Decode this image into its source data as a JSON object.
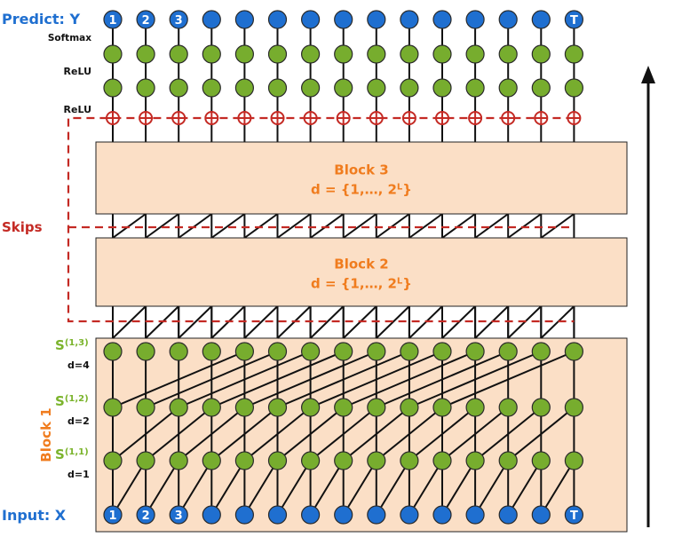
{
  "predict_label": "Predict: Y",
  "input_label": "Input: X",
  "layer_labels": {
    "softmax": "Softmax",
    "relu_top": "ReLU",
    "relu_bottom": "ReLU"
  },
  "skips_label": "Skips",
  "block3": {
    "title": "Block 3",
    "dilation_prefix": "d = {1,…, 2",
    "dilation_sup": "L",
    "dilation_suffix": "}"
  },
  "block2": {
    "title": "Block 2",
    "dilation_prefix": "d = {1,…, 2",
    "dilation_sup": "L",
    "dilation_suffix": "}"
  },
  "block1_label": "Block 1",
  "stages": [
    {
      "s_base": "S",
      "s_sup": "(1,3)",
      "d_label": "d=4",
      "dilation": 4
    },
    {
      "s_base": "S",
      "s_sup": "(1,2)",
      "d_label": "d=2",
      "dilation": 2
    },
    {
      "s_base": "S",
      "s_sup": "(1,1)",
      "d_label": "d=1",
      "dilation": 1
    }
  ],
  "node_labels": [
    "1",
    "2",
    "3",
    "",
    "",
    "",
    "",
    "",
    "",
    "",
    "",
    "",
    "",
    "",
    "T"
  ],
  "colors": {
    "node_blue": "#1f6fd0",
    "node_green": "#77ad2e",
    "block_fill": "#fbdfc6",
    "orange": "#f07c1e",
    "red": "#c42a24",
    "blue_label": "#1f6fd0",
    "green_label": "#7bb42c",
    "line": "#111111"
  }
}
